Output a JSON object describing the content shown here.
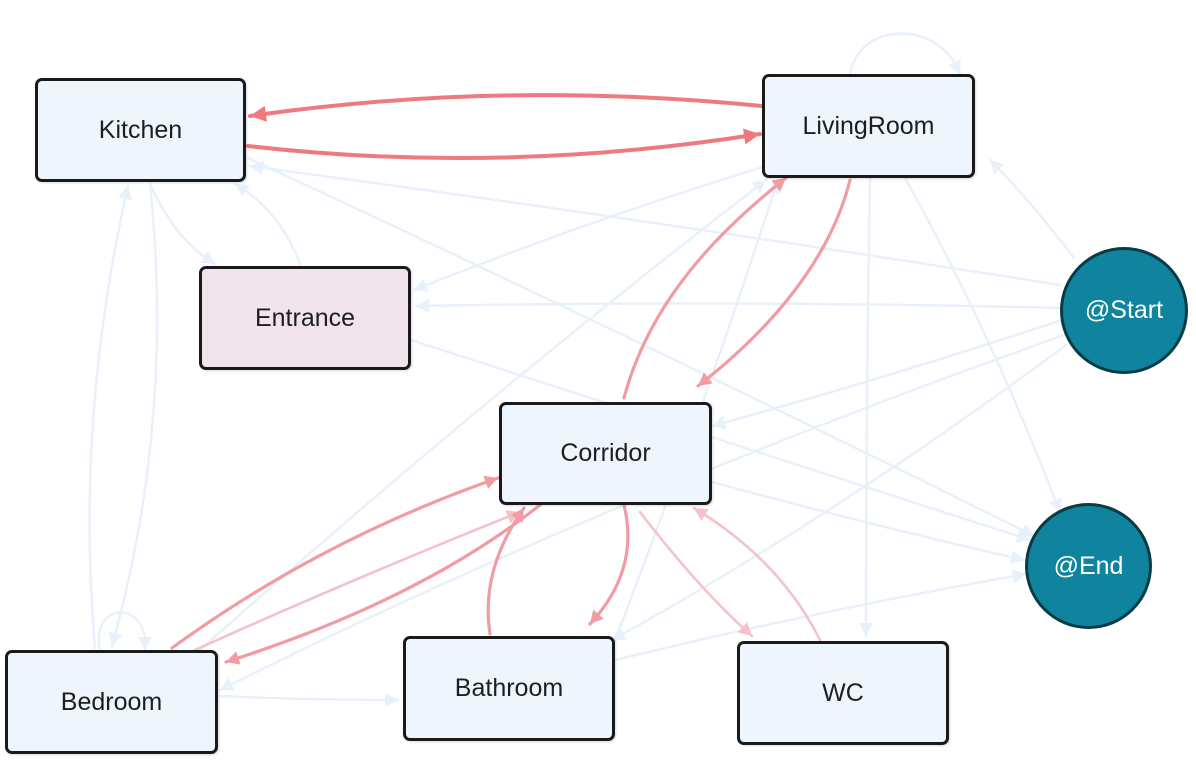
{
  "diagram": {
    "nodes": {
      "kitchen": "Kitchen",
      "living_room": "LivingRoom",
      "entrance": "Entrance",
      "corridor": "Corridor",
      "bedroom": "Bedroom",
      "bathroom": "Bathroom",
      "wc": "WC",
      "start": "@Start",
      "end": "@End"
    },
    "edges": [
      {
        "from": "LivingRoom",
        "to": "Kitchen",
        "style": "strong"
      },
      {
        "from": "Kitchen",
        "to": "LivingRoom",
        "style": "strong"
      },
      {
        "from": "Corridor",
        "to": "LivingRoom",
        "style": "medium"
      },
      {
        "from": "LivingRoom",
        "to": "Corridor",
        "style": "medium"
      },
      {
        "from": "Bedroom",
        "to": "Corridor",
        "style": "medium"
      },
      {
        "from": "Corridor",
        "to": "Bedroom",
        "style": "medium"
      },
      {
        "from": "Bathroom",
        "to": "Corridor",
        "style": "medium"
      },
      {
        "from": "Corridor",
        "to": "Bathroom",
        "style": "medium"
      },
      {
        "from": "WC",
        "to": "Corridor",
        "style": "light"
      },
      {
        "from": "Corridor",
        "to": "WC",
        "style": "light"
      },
      {
        "from": "Bedroom",
        "to": "Corridor",
        "style": "light"
      },
      {
        "from": "Kitchen",
        "to": "Entrance",
        "style": "faint"
      },
      {
        "from": "Entrance",
        "to": "Kitchen",
        "style": "faint"
      },
      {
        "from": "Kitchen",
        "to": "Bedroom",
        "style": "faint"
      },
      {
        "from": "Bedroom",
        "to": "Kitchen",
        "style": "faint"
      },
      {
        "from": "@Start",
        "to": "Entrance",
        "style": "faint"
      },
      {
        "from": "@Start",
        "to": "Kitchen",
        "style": "faint"
      },
      {
        "from": "@Start",
        "to": "LivingRoom",
        "style": "faint"
      },
      {
        "from": "@Start",
        "to": "Corridor",
        "style": "faint"
      },
      {
        "from": "@Start",
        "to": "Bedroom",
        "style": "faint"
      },
      {
        "from": "@Start",
        "to": "Bathroom",
        "style": "faint"
      },
      {
        "from": "LivingRoom",
        "to": "@End",
        "style": "faint"
      },
      {
        "from": "LivingRoom",
        "to": "WC",
        "style": "faint"
      },
      {
        "from": "LivingRoom",
        "to": "Entrance",
        "style": "faint"
      },
      {
        "from": "Entrance",
        "to": "@End",
        "style": "faint"
      },
      {
        "from": "Kitchen",
        "to": "@End",
        "style": "faint"
      },
      {
        "from": "Corridor",
        "to": "@End",
        "style": "faint"
      },
      {
        "from": "Bathroom",
        "to": "@End",
        "style": "faint"
      },
      {
        "from": "Bedroom",
        "to": "Bathroom",
        "style": "faint"
      },
      {
        "from": "Bedroom",
        "to": "LivingRoom",
        "style": "faint"
      },
      {
        "from": "Bedroom",
        "to": "@End",
        "style": "faint"
      },
      {
        "from": "Bathroom",
        "to": "LivingRoom",
        "style": "faint"
      },
      {
        "from": "Bedroom",
        "to": "Bedroom",
        "style": "faint"
      },
      {
        "from": "LivingRoom",
        "to": "LivingRoom",
        "style": "faint"
      }
    ],
    "colors": {
      "strong": "#ee7a7e",
      "medium": "#f19ba2",
      "light": "#f4c2c8",
      "faint": "#e8f0fb",
      "node_fill": "#eef5fd",
      "highlight_fill": "#f1e4ec",
      "terminal_fill": "#10849e"
    }
  }
}
